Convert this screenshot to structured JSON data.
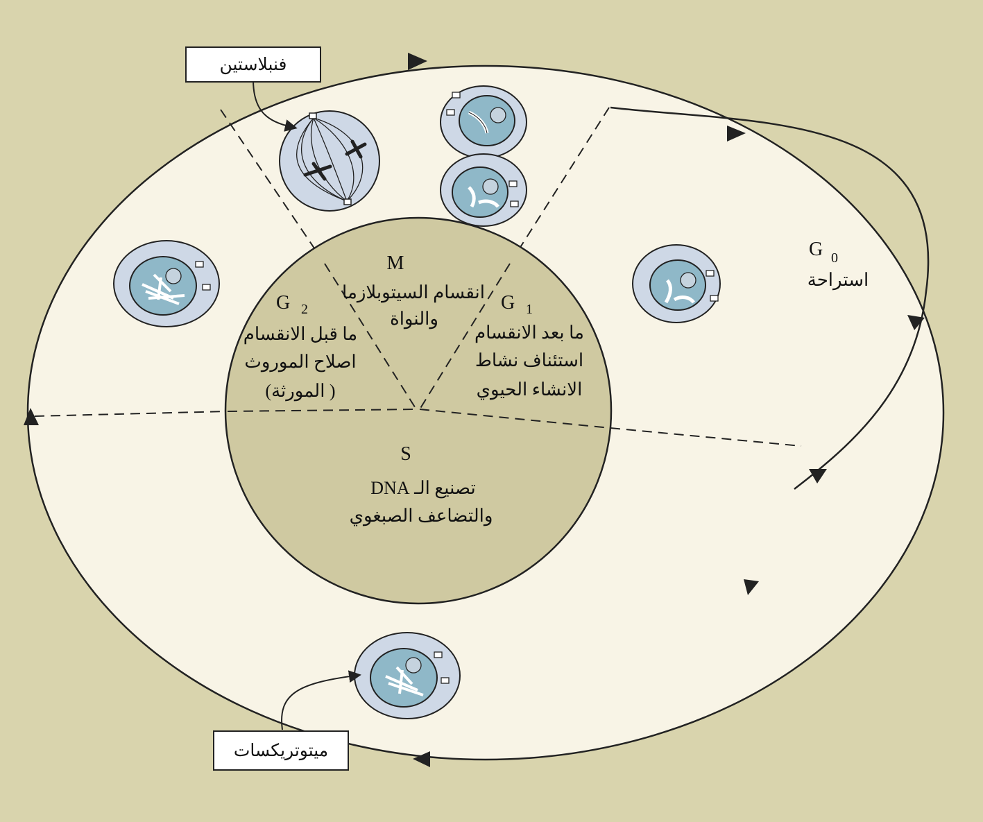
{
  "colors": {
    "background": "#d9d4ad",
    "outer_ring": "#f8f4e6",
    "inner_circle": "#cfc9a1",
    "cell_outer": "#ced8e6",
    "nucleus": "#8fb8c8",
    "line": "#222222"
  },
  "phases": {
    "m": {
      "letter": "M",
      "line1": "انقسام السيتوبلازما",
      "line2": "والنواة"
    },
    "g1": {
      "letter": "G",
      "sub": "1",
      "line1": "ما بعد الانقسام",
      "line2": "استئناف نشاط",
      "line3": "الانشاء الحيوي"
    },
    "g2": {
      "letter": "G",
      "sub": "2",
      "line1": "ما قبل الانقسام",
      "line2": "اصلاح الموروث",
      "line3": "( المورثة)"
    },
    "s": {
      "letter": "S",
      "line1": "تصنيع الـ DNA",
      "line2": "والتضاعف الصبغوي"
    }
  },
  "g0": {
    "letter": "G",
    "sub": "0",
    "label": "استراحة"
  },
  "callouts": {
    "top": "فنبلاستين",
    "bottom": "ميتوتريكسات"
  },
  "icons": {
    "cell": "cell-icon",
    "nucleus": "nucleus-icon",
    "chromosome": "chromosome-icon",
    "arrow": "arrowhead-icon"
  }
}
